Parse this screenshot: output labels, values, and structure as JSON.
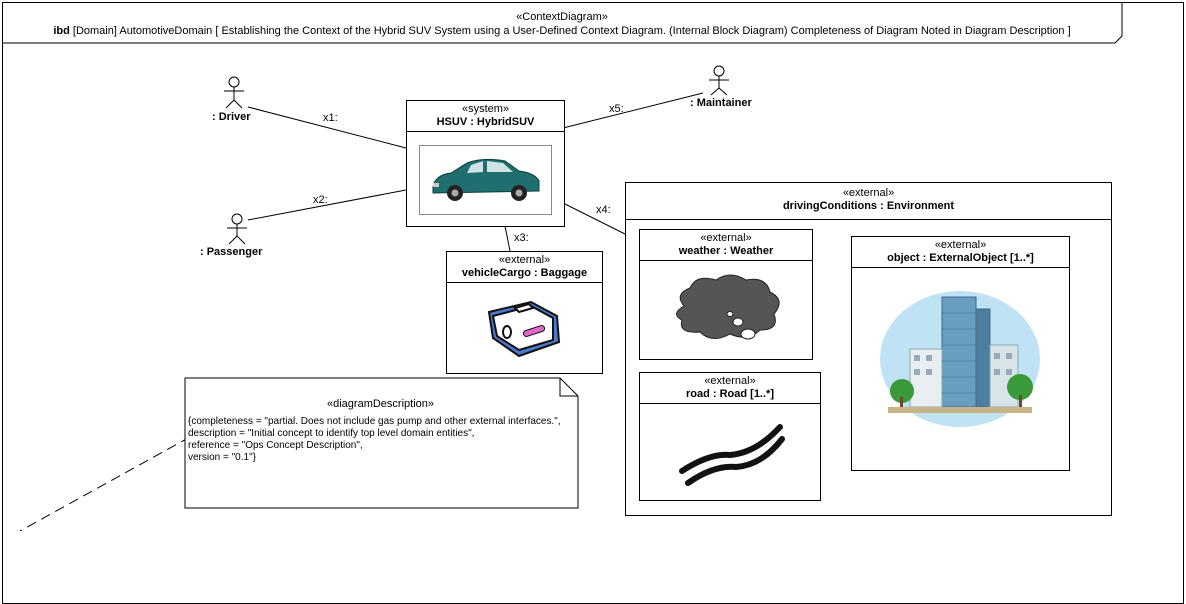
{
  "frame": {
    "stereotype": "«ContextDiagram»",
    "kind": "ibd",
    "name": "[Domain] AutomotiveDomain [ Establishing the Context of the Hybrid SUV System using a User-Defined Context Diagram. (Internal Block Diagram) Completeness of Diagram Noted in Diagram Description ]"
  },
  "actors": {
    "driver": ": Driver",
    "passenger": ": Passenger",
    "maintainer": ": Maintainer"
  },
  "connectors": {
    "x1": "x1:",
    "x2": "x2:",
    "x3": "x3:",
    "x4": "x4:",
    "x5": "x5:"
  },
  "system": {
    "stereotype": "«system»",
    "name": "HSUV : HybridSUV"
  },
  "cargo": {
    "stereotype": "«external»",
    "name": "vehicleCargo : Baggage"
  },
  "environment": {
    "stereotype": "«external»",
    "name": "drivingConditions : Environment",
    "weather": {
      "stereotype": "«external»",
      "name": "weather : Weather"
    },
    "road": {
      "stereotype": "«external»",
      "name": "road : Road [1..*]"
    },
    "object": {
      "stereotype": "«external»",
      "name": "object : ExternalObject [1..*]"
    }
  },
  "note": {
    "stereotype": "«diagramDescription»",
    "text": "{completeness = \"partial. Does not include gas pump and other external interfaces.\",\ndescription = \"Initial concept to identify top level domain entities\",\nreference = \"Ops Concept Description\",\nversion = \"0.1\"}"
  },
  "colors": {
    "car_body": "#1f6f6f",
    "cloud": "#555555",
    "building_sky": "#bfe3f5",
    "tree": "#3a9a3a"
  }
}
